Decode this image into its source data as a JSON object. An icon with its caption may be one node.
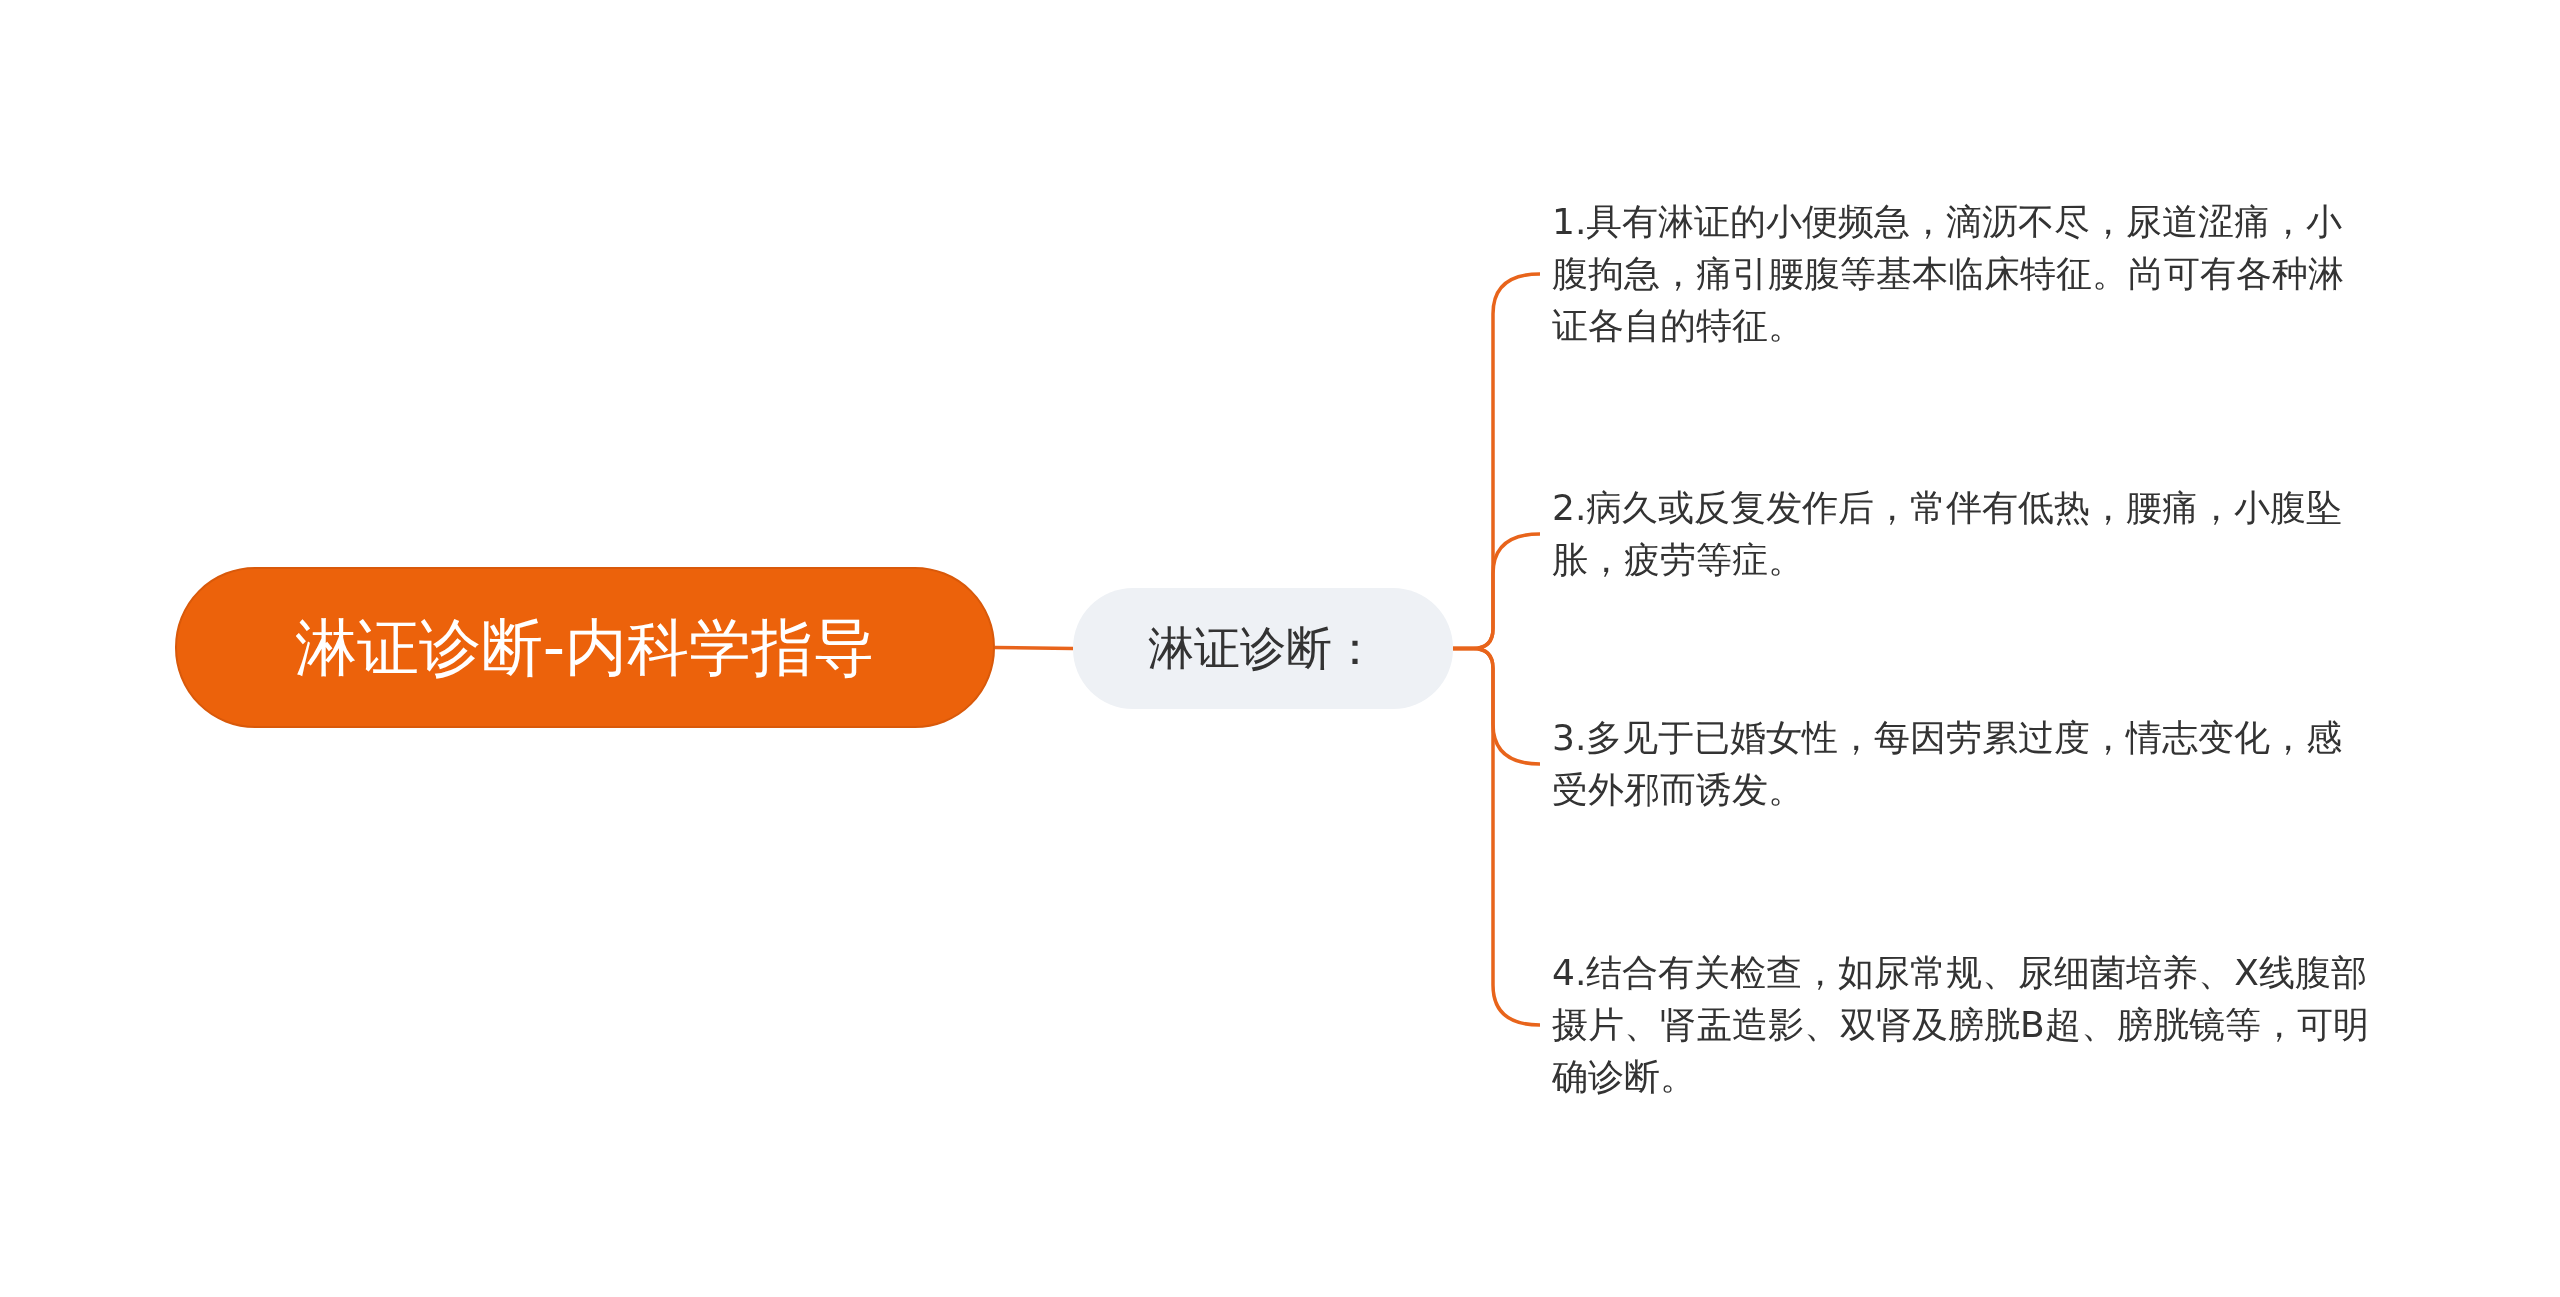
{
  "diagram": {
    "nodes": [
      {
        "text": [
          "淋证诊断-内科学指导"
        ]
      },
      {
        "text": [
          "淋证诊断："
        ]
      },
      {
        "text": [
          "1.具有淋证的小便频急，滴沥不尽，尿道涩痛，小腹拘急，痛引腰腹等基本临床特征。尚可有各种淋证各自的特征。"
        ]
      },
      {
        "text": [
          "2.病久或反复发作后，常伴有低热，腰痛，小腹坠胀，疲劳等症。"
        ]
      },
      {
        "text": [
          "3.多见于已婚女性，每因劳累过度，情志变化，感受外邪而诱发。"
        ]
      },
      {
        "text": [
          "4.结合有关检查，如尿常规、尿细菌培养、X线腹部摄片、肾盂造影、双肾及膀胱B超、膀胱镜等，可明确诊断。"
        ]
      }
    ],
    "edges": [
      {
        "from": 0,
        "to": 1,
        "arrow": "none"
      },
      {
        "from": 1,
        "to": 2,
        "arrow": "none"
      },
      {
        "from": 1,
        "to": 3,
        "arrow": "none"
      },
      {
        "from": 1,
        "to": 4,
        "arrow": "none"
      },
      {
        "from": 1,
        "to": 5,
        "arrow": "none"
      }
    ]
  }
}
